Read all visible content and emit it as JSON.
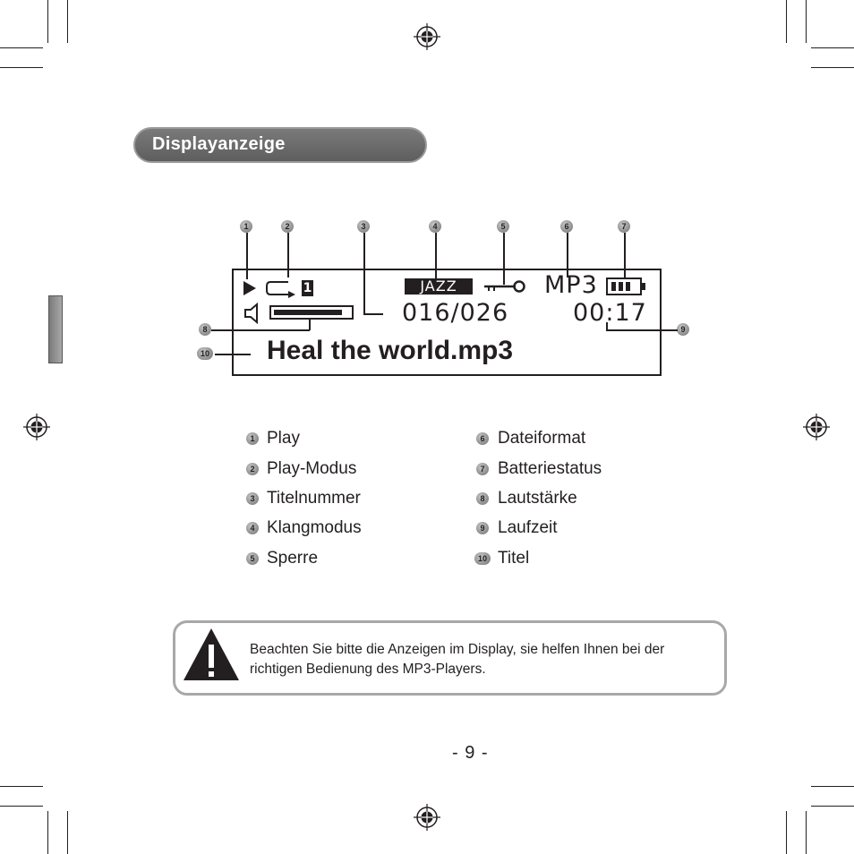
{
  "header": {
    "title": "Displayanzeige"
  },
  "display": {
    "sound_mode": "JAZZ",
    "file_format": "MP3",
    "track_number": "016/026",
    "time": "00:17",
    "title": "Heal the world.mp3",
    "repeat_number": "1",
    "volume_level": 0.9
  },
  "callouts": [
    "1",
    "2",
    "3",
    "4",
    "5",
    "6",
    "7",
    "8",
    "9",
    "10"
  ],
  "legend": {
    "left": [
      {
        "num": "1",
        "label": "Play"
      },
      {
        "num": "2",
        "label": "Play-Modus"
      },
      {
        "num": "3",
        "label": "Titelnummer"
      },
      {
        "num": "4",
        "label": "Klangmodus"
      },
      {
        "num": "5",
        "label": "Sperre"
      }
    ],
    "right": [
      {
        "num": "6",
        "label": "Dateiformat"
      },
      {
        "num": "7",
        "label": "Batteriestatus"
      },
      {
        "num": "8",
        "label": "Lautstärke"
      },
      {
        "num": "9",
        "label": "Laufzeit"
      },
      {
        "num": "10",
        "label": "Titel"
      }
    ]
  },
  "note": {
    "text": "Beachten Sie bitte die Anzeigen im Display, sie helfen Ihnen bei der richtigen Bedienung des MP3-Players."
  },
  "page": {
    "number": "- 9 -"
  },
  "icons": [
    "registration-mark-icon",
    "play-icon",
    "repeat-icon",
    "key-lock-icon",
    "battery-icon",
    "speaker-icon",
    "warning-icon"
  ],
  "colors": {
    "header_bg": "#6a6a6a",
    "badge": "#a0a0a0",
    "ink": "#231f20"
  }
}
